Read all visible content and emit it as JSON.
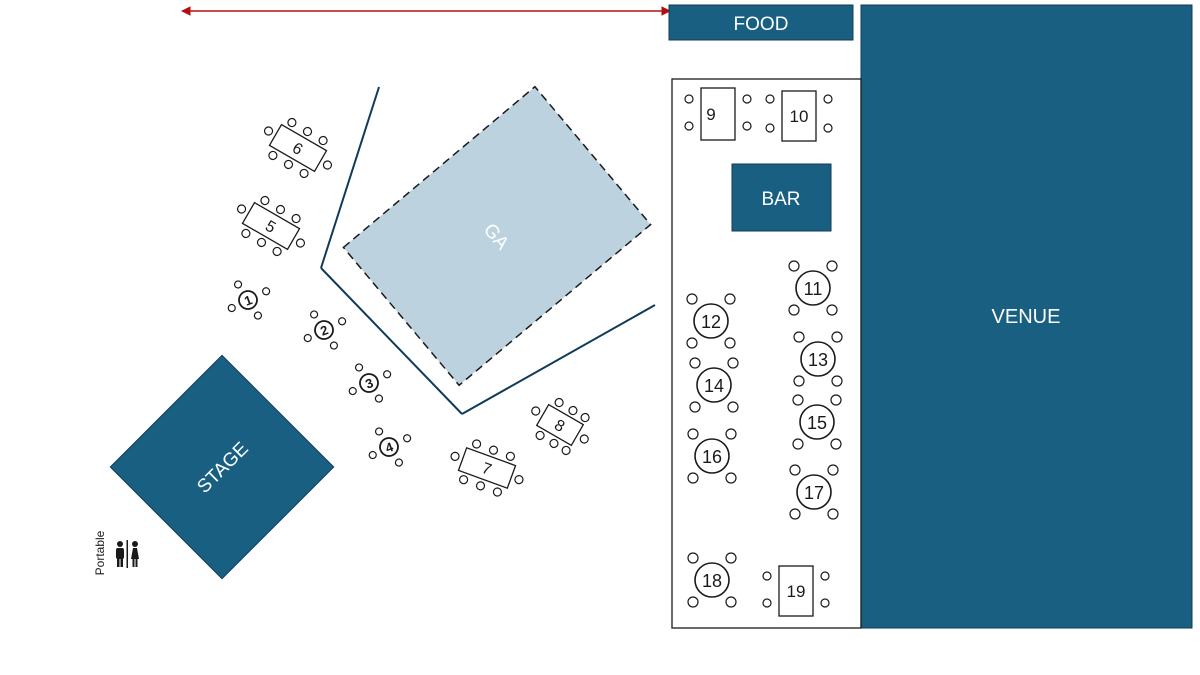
{
  "colors": {
    "block": "#185f82",
    "ga_fill": "#bcd3df",
    "line": "#0f3b5a",
    "arrow": "#b01010",
    "ink": "#1a1a1a"
  },
  "labels": {
    "food": "FOOD",
    "bar": "BAR",
    "venue": "VENUE",
    "ga": "GA",
    "stage": "STAGE",
    "portable": "Portable"
  },
  "restroom_icon": "restroom-icon",
  "tables": {
    "rect": [
      {
        "id": "table-6",
        "label": "6"
      },
      {
        "id": "table-5",
        "label": "5"
      },
      {
        "id": "table-8",
        "label": "8"
      },
      {
        "id": "table-7",
        "label": "7"
      },
      {
        "id": "table-9",
        "label": "9"
      },
      {
        "id": "table-10",
        "label": "10"
      },
      {
        "id": "table-19",
        "label": "19"
      }
    ],
    "small_round": [
      {
        "id": "cocktail-1",
        "label": "1"
      },
      {
        "id": "cocktail-2",
        "label": "2"
      },
      {
        "id": "cocktail-3",
        "label": "3"
      },
      {
        "id": "cocktail-4",
        "label": "4"
      }
    ],
    "round": [
      {
        "id": "table-11",
        "label": "11"
      },
      {
        "id": "table-12",
        "label": "12"
      },
      {
        "id": "table-13",
        "label": "13"
      },
      {
        "id": "table-14",
        "label": "14"
      },
      {
        "id": "table-15",
        "label": "15"
      },
      {
        "id": "table-16",
        "label": "16"
      },
      {
        "id": "table-17",
        "label": "17"
      },
      {
        "id": "table-18",
        "label": "18"
      }
    ]
  }
}
